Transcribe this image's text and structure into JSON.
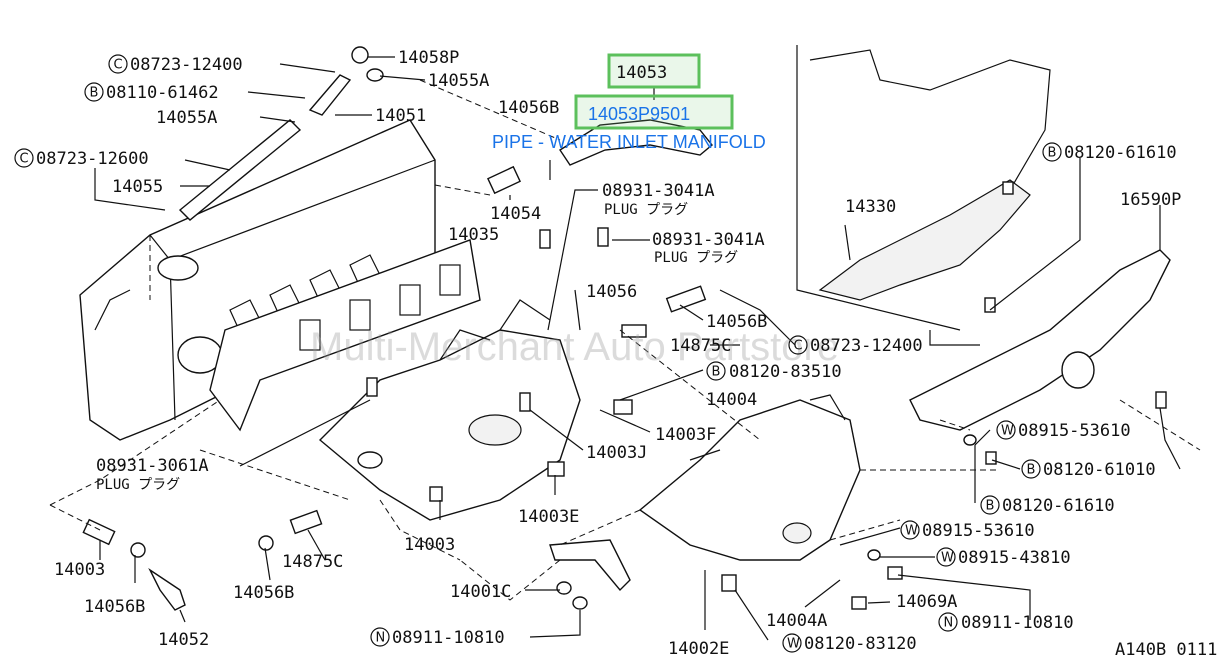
{
  "colors": {
    "highlight": "#5cc05c",
    "link_blue": "#1a73e8",
    "ink": "#111111"
  },
  "highlight": {
    "ref": "14053",
    "part_number": "14053P9501",
    "description": "PIPE - WATER INLET MANIFOLD"
  },
  "watermark": "Multi-Merchant Auto Partstore",
  "diagram_code": "A140B 0111",
  "labels": {
    "c_08723_12400_top": "08723-12400",
    "p14058p": "14058P",
    "p14055a_top": "14055A",
    "b_08110_61462": "08110-61462",
    "p14055a_left": "14055A",
    "p14051": "14051",
    "c_08723_12600": "08723-12600",
    "p14055": "14055",
    "p14056b_top": "14056B",
    "p14054": "14054",
    "p08931_3041a_1": "08931-3041A",
    "plug_1": "PLUG プラグ",
    "p08931_3041a_2": "08931-3041A",
    "plug_2": "PLUG プラグ",
    "p14035": "14035",
    "p14056": "14056",
    "p14056b_mid": "14056B",
    "p14875c_mid": "14875C",
    "c_08723_12400_mid": "08723-12400",
    "b_08120_83510": "08120-83510",
    "p14004": "14004",
    "p14003f": "14003F",
    "p14003j": "14003J",
    "p08931_3061a": "08931-3061A",
    "plug_3": "PLUG プラグ",
    "p14003e": "14003E",
    "p14003_left": "14003",
    "p14003_mid": "14003",
    "p14875c_low": "14875C",
    "p14056b_low_right": "14056B",
    "p14056b_low_left": "14056B",
    "p14052": "14052",
    "p14001c": "14001C",
    "n_08911_10810_left": "08911-10810",
    "p14002e": "14002E",
    "w_08120_83120": "08120-83120",
    "p14004a": "14004A",
    "p14069a": "14069A",
    "n_08911_10810_right": "08911-10810",
    "w_08915_43810": "08915-43810",
    "w_08915_53610_low": "08915-53610",
    "b_08120_61610_low": "08120-61610",
    "b_08120_61010": "08120-61010",
    "w_08915_53610_up": "08915-53610",
    "b_08120_61610_top": "08120-61610",
    "p14330": "14330",
    "p16590p": "16590P"
  },
  "letters": {
    "b": "B",
    "c": "C",
    "n": "N",
    "w": "W"
  }
}
